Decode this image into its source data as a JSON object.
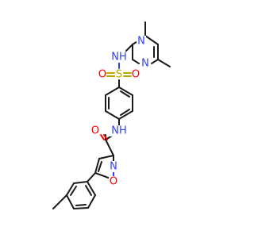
{
  "atom_labels": {
    "pyrimidine_n1": "N",
    "pyrimidine_n3": "N",
    "sulfonamide_nh": "NH",
    "sulfur": "S",
    "sulfonyl_o_left": "O",
    "sulfonyl_o_right": "O",
    "amide_nh": "NH",
    "amide_o": "O",
    "isoxazole_n": "N",
    "isoxazole_o": "O"
  },
  "colors": {
    "carbon": "#1a1a1a",
    "nitrogen": "#2f3fff",
    "oxygen": "#ff0000",
    "sulfur": "#b8a800"
  }
}
